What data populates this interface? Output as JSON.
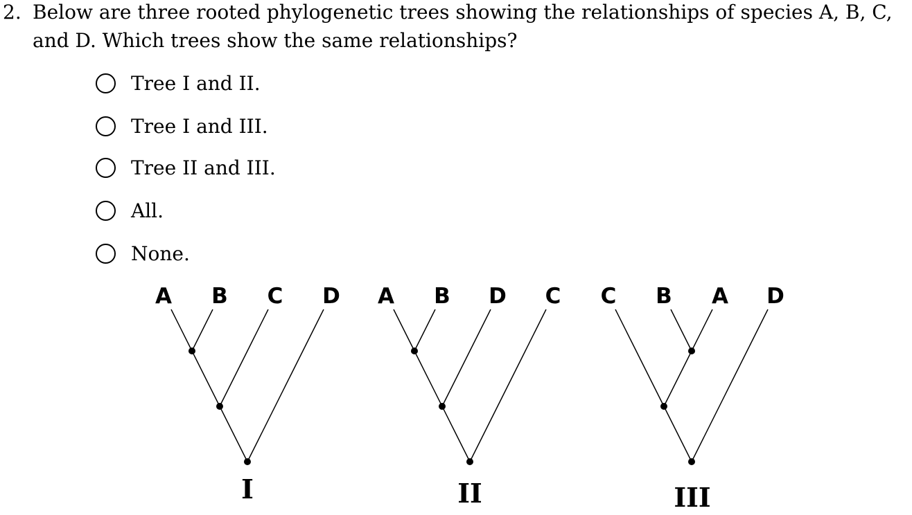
{
  "question": {
    "number": "2.",
    "line1": "Below are three rooted phylogenetic trees showing the relationships of species A, B, C,",
    "line2": "and D. Which trees show the same relationships?"
  },
  "options": [
    {
      "label": "Tree I and II."
    },
    {
      "label": "Tree I and III."
    },
    {
      "label": "Tree II and III."
    },
    {
      "label": "All."
    },
    {
      "label": "None."
    }
  ],
  "trees": [
    {
      "label": "I",
      "leaves": [
        "A",
        "B",
        "C",
        "D"
      ],
      "topology": "(((A,B),C),D)"
    },
    {
      "label": "II",
      "leaves": [
        "A",
        "B",
        "D",
        "C"
      ],
      "topology": "(((A,B),D),C)"
    },
    {
      "label": "III",
      "leaves": [
        "C",
        "B",
        "A",
        "D"
      ],
      "topology": "((C,(B,A)),D)"
    }
  ]
}
